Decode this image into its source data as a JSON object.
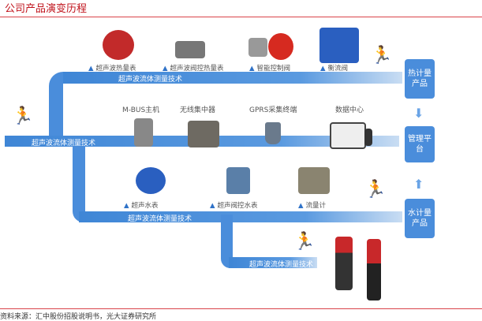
{
  "title": "公司产品演变历程",
  "band_label": "超声波流体测量技术",
  "heat_products": [
    "超声波热量表",
    "超声波阀控热量表",
    "智能控制阀",
    "衡流阀"
  ],
  "platform_components": [
    "M-BUS主机",
    "无线集中器",
    "GPRS采集终端",
    "数据中心"
  ],
  "water_products": [
    "超声水表",
    "超声阀控水表",
    "流量计"
  ],
  "boxes": {
    "heat": "热计量产品",
    "platform": "管理平台",
    "water": "水计量产品"
  },
  "source": "资料来源：汇中股份招股说明书，光大证券研究所",
  "colors": {
    "band": "#4a8ddb",
    "title": "#c0121b"
  }
}
